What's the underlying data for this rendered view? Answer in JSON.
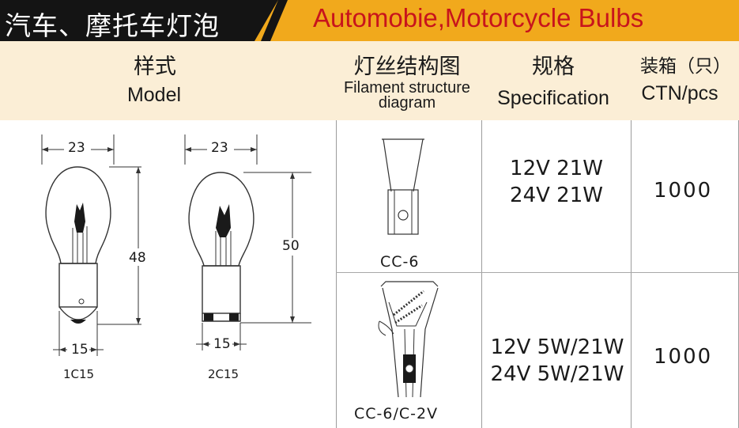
{
  "banner": {
    "title_cn": "汽车、摩托车灯泡",
    "title_en": "Automobie,Motorcycle Bulbs",
    "black": "#141414",
    "orange": "#f1a91c",
    "red": "#c8141c"
  },
  "header": {
    "model_cn": "样式",
    "model_en": "Model",
    "filament_cn": "灯丝结构图",
    "filament_en_1": "Filament structure",
    "filament_en_2": "diagram",
    "spec_cn": "规格",
    "spec_en": "Specification",
    "ctn_cn": "装箱（只）",
    "ctn_en": "CTN/pcs",
    "bg": "#fbeed6"
  },
  "bulbs": [
    {
      "model": "1C15",
      "width_label": "23",
      "height_label": "48",
      "base_label": "15"
    },
    {
      "model": "2C15",
      "width_label": "23",
      "height_label": "50",
      "base_label": "15"
    }
  ],
  "rows": [
    {
      "filament": "CC-6",
      "spec_1": "12V 21W",
      "spec_2": "24V 21W",
      "qty": "1000"
    },
    {
      "filament": "CC-6/C-2V",
      "spec_1": "12V 5W/21W",
      "spec_2": "24V 5W/21W",
      "qty": "1000"
    }
  ]
}
